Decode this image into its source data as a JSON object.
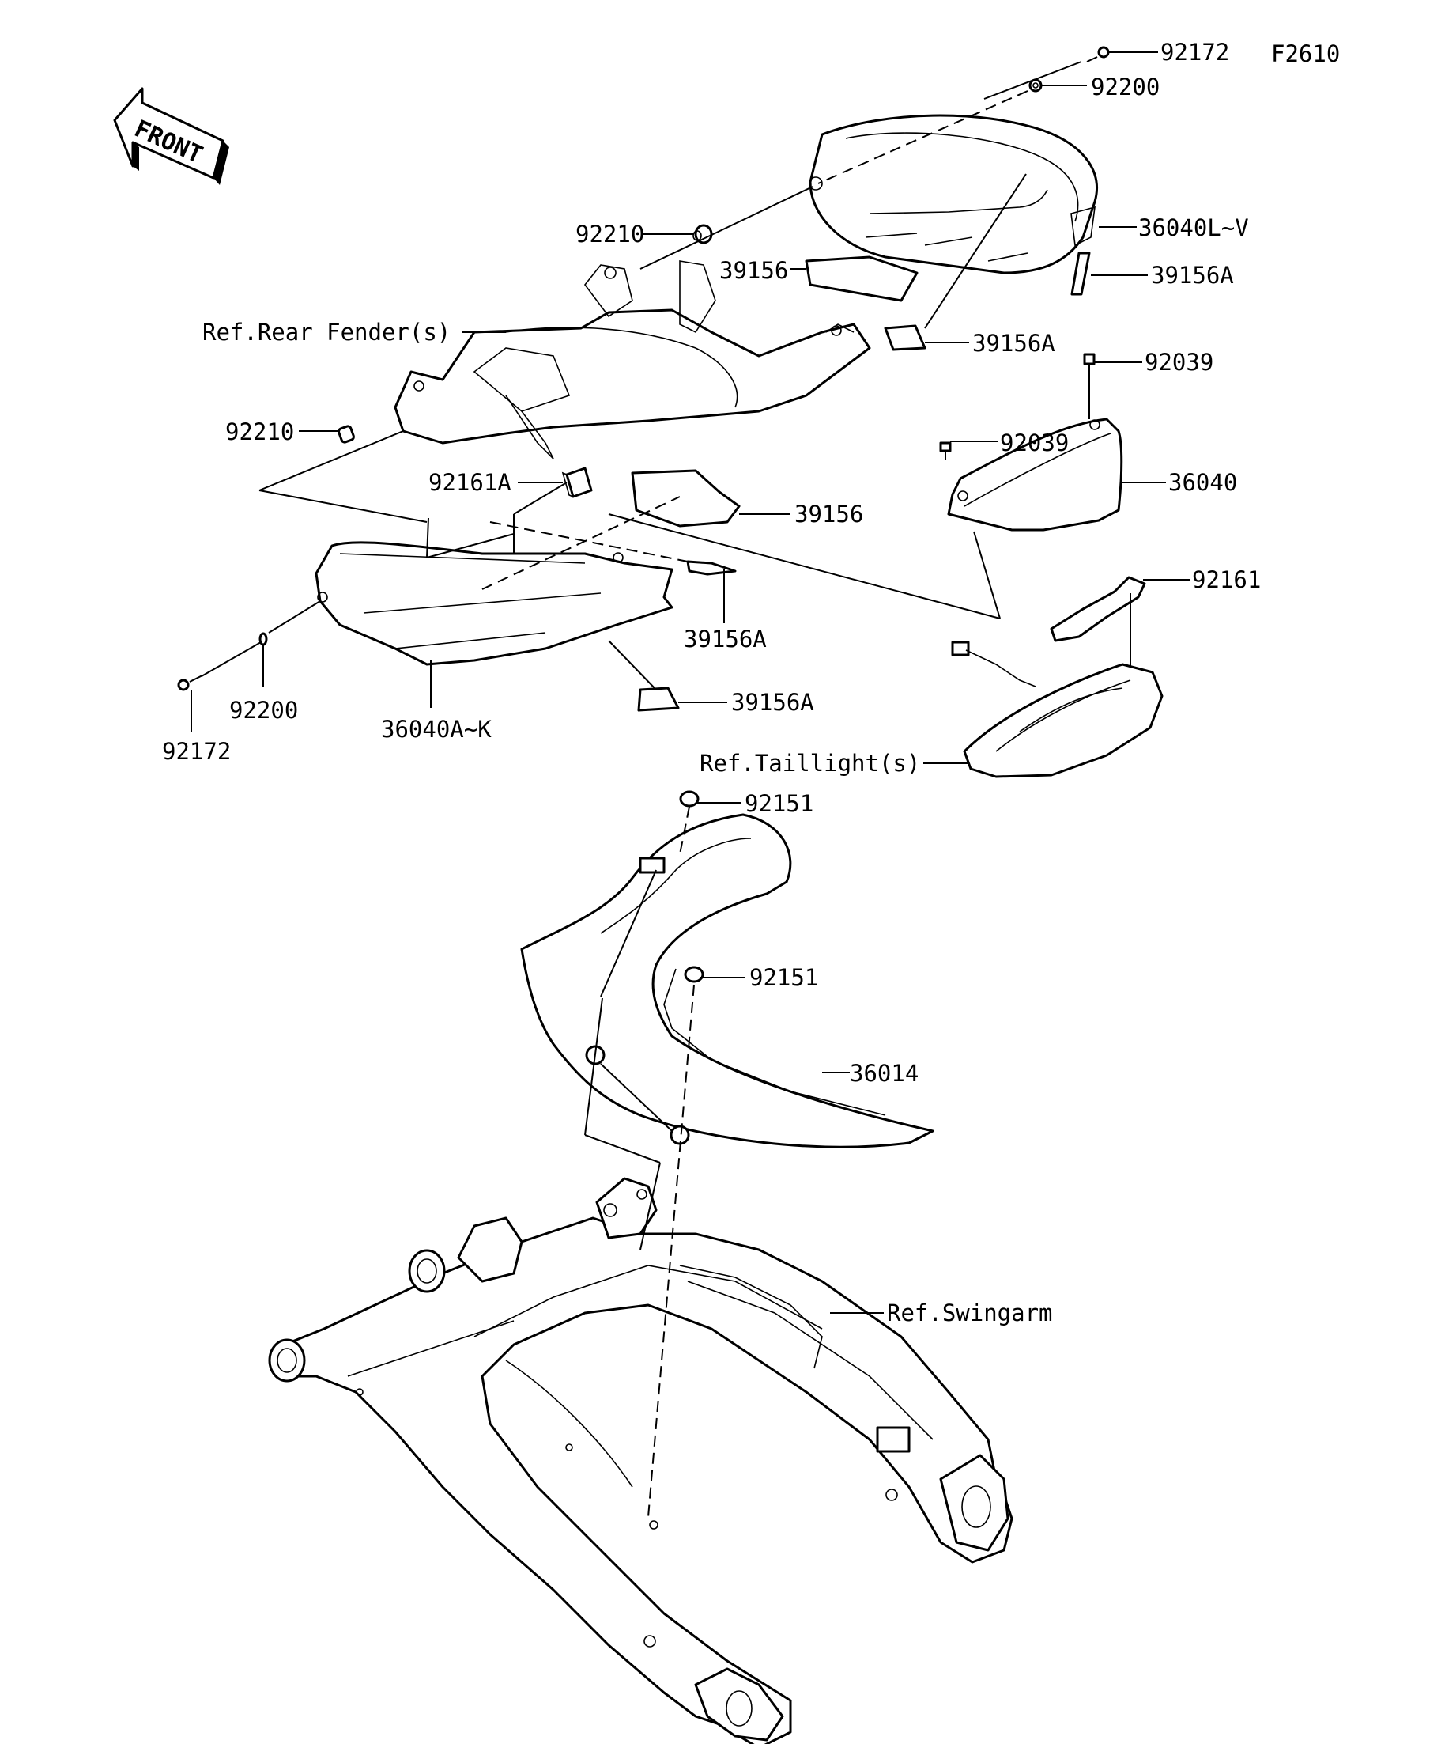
{
  "figure_code": "F2610",
  "front_arrow_text": "FRONT",
  "labels": {
    "l92172_top": "92172",
    "l92200_top": "92200",
    "l36040LV": "36040L~V",
    "l92210_a": "92210",
    "l39156_a": "39156",
    "l39156A_a": "39156A",
    "l39156A_b": "39156A",
    "l92039_a": "92039",
    "l92039_b": "92039",
    "l36040": "36040",
    "l_rear_fender": "Ref.Rear Fender(s)",
    "l92210_b": "92210",
    "l92161A": "92161A",
    "l39156_b": "39156",
    "l39156A_c": "39156A",
    "l39156A_d": "39156A",
    "l92161": "92161",
    "l92200_b": "92200",
    "l92172_b": "92172",
    "l36040AK": "36040A~K",
    "l_taillight": "Ref.Taillight(s)",
    "l92151_a": "92151",
    "l92151_b": "92151",
    "l36014": "36014",
    "l_swingarm": "Ref.Swingarm"
  }
}
